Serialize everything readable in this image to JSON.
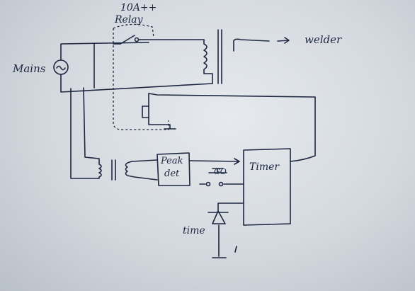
{
  "labels": {
    "relay_rating": "10A++",
    "relay": "Relay",
    "mains": "Mains",
    "welder": "welder",
    "peak_det_line1": "Peak",
    "peak_det_line2": "det",
    "timer": "Timer",
    "go": "GO",
    "time": "time"
  },
  "colors": {
    "ink": "#1d2740",
    "board": "#dde2e7"
  }
}
